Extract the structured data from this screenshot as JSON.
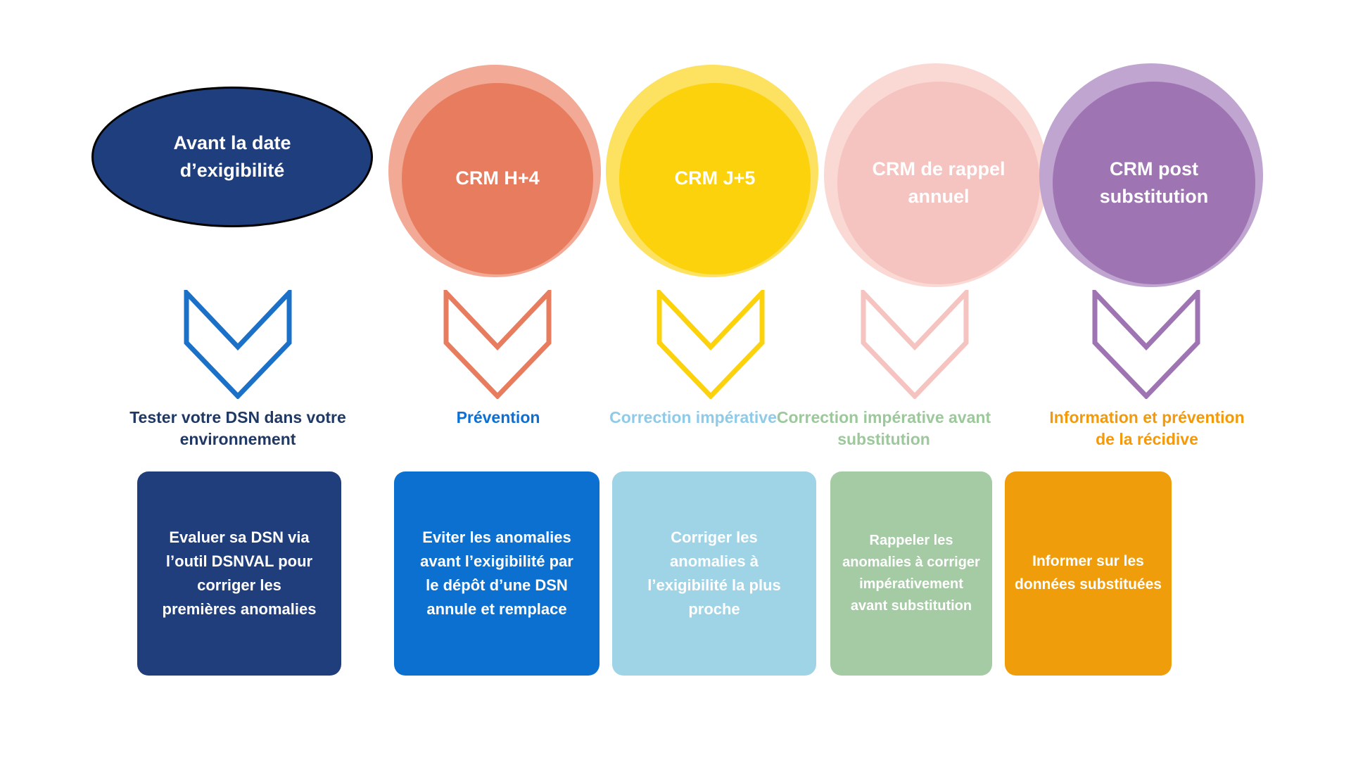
{
  "diagram_title": "",
  "columns": [
    {
      "id": "avant-date-exigibilite",
      "circle_label": "Avant la date\nd’exigibilité",
      "caption": "Tester votre DSN dans votre\nenvironnement",
      "box_text": "Evaluer sa DSN via\nl’outil DSNVAL pour\ncorriger les\npremières anomalies",
      "circle_color": "#1F3E7D",
      "circle_border_color": "#000000",
      "halo_color": "",
      "chevron_color": "#1B70C8",
      "caption_color": "#1F3864",
      "box_color": "#203E7C"
    },
    {
      "id": "crm-h4",
      "circle_label": "CRM H+4",
      "caption": "Prévention",
      "box_text": "Eviter les anomalies\navant l’exigibilité par\nle dépôt d’une DSN\nannule et remplace",
      "circle_color": "#E87C5E",
      "halo_color": "#F2A995",
      "chevron_color": "#E87C5E",
      "caption_color": "#0C6FD6",
      "box_color": "#0C70D0"
    },
    {
      "id": "crm-j5",
      "circle_label": "CRM J+5",
      "caption": "Correction impérative",
      "box_text": "Corriger les\nanomalies à\nl’exigibilité la plus\nproche",
      "circle_color": "#FCD20D",
      "halo_color": "#FDE161",
      "chevron_color": "#FCD20D",
      "caption_color": "#8FCBE8",
      "box_color": "#9FD3E6"
    },
    {
      "id": "crm-rappel-annuel",
      "circle_label": "CRM de rappel\nannuel",
      "caption": "Correction impérative avant\nsubstitution",
      "box_text": "Rappeler les\nanomalies à corriger\nimpérativement\navant substitution",
      "circle_color": "#F5C3C0",
      "halo_color": "#FAD9D4",
      "chevron_color": "#F5C3C0",
      "caption_color": "#9CC89B",
      "box_color": "#A5CBA4"
    },
    {
      "id": "crm-post-substitution",
      "circle_label": "CRM post\nsubstitution",
      "caption": "Information et prévention\nde la récidive",
      "box_text": "Informer sur les\ndonnées substituées",
      "circle_color": "#9E74B2",
      "halo_color": "#C0A5D0",
      "chevron_color": "#9E74B2",
      "caption_color": "#F49A0A",
      "box_color": "#F09D0C"
    }
  ]
}
